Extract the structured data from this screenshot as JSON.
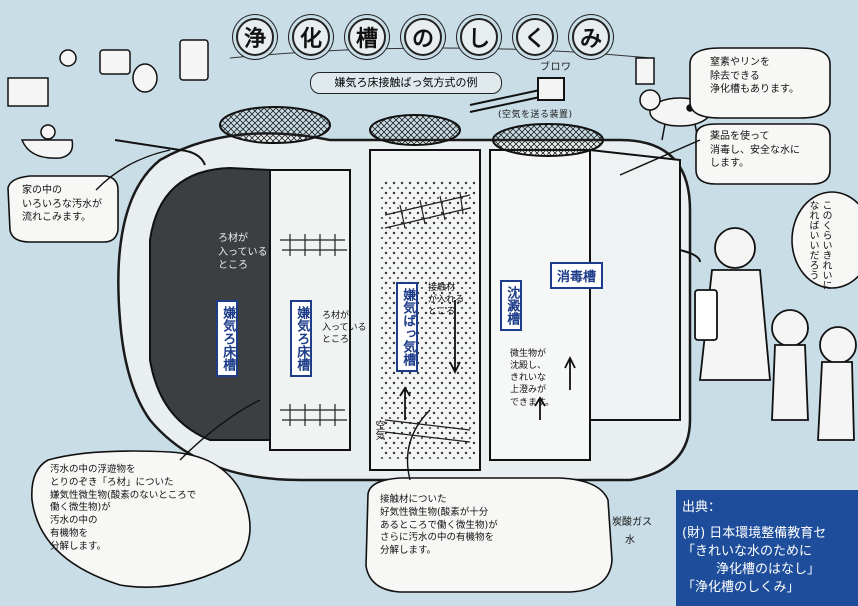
{
  "title": {
    "chars": [
      "浄",
      "化",
      "槽",
      "の",
      "し",
      "く",
      "み"
    ]
  },
  "subtitle": "嫌気ろ床接触ばっ気方式の例",
  "labels": {
    "blower": "ブロワ",
    "air_device": "(空気を送る装置)",
    "tank1": "嫌気ろ床槽",
    "tank2": "嫌気ろ床槽",
    "tank3": "嫌気ばっ気槽",
    "tank4": "沈澱槽",
    "tank5": "消毒槽",
    "air": "空気"
  },
  "notes": {
    "home_wastewater": "家の中の\nいろいろな汚水が\n流れこみます。",
    "filter_media_1": "ろ材が\n入っている\nところ",
    "filter_media_2": "ろ材が\n入っている\nところ",
    "contact_media": "接触材\nが入れる\nところ",
    "settling": "微生物が\n沈殿し、\nきれいな\n上澄みが\nできます。",
    "nitrogen": "窒素やリンを\n除去できる\n浄化槽もあります。",
    "disinfect": "薬品を使って\n消毒し、安全な水に\nします。",
    "clean_water": "このくらいきれいに\nなればいいだろう",
    "anaerobic": "汚水の中の浮遊物を\nとりのぞき「ろ材」についた\n嫌気性微生物(酸素のないところで\n働く微生物)が\n汚水の中の\n有機物を\n分解します。",
    "aerobic": "接触材についた\n好気性微生物(酸素が十分\nあるところで働く微生物)が\nさらに汚水の中の有機物を\n分解します。",
    "carbon_gas": "炭酸ガス",
    "water": "水"
  },
  "source": {
    "heading": "出典：",
    "line1": "(財) 日本環境整備教育セ",
    "line2": "「きれいな水のために",
    "line3": "浄化槽のはなし」",
    "line4": "「浄化槽のしくみ」"
  }
}
